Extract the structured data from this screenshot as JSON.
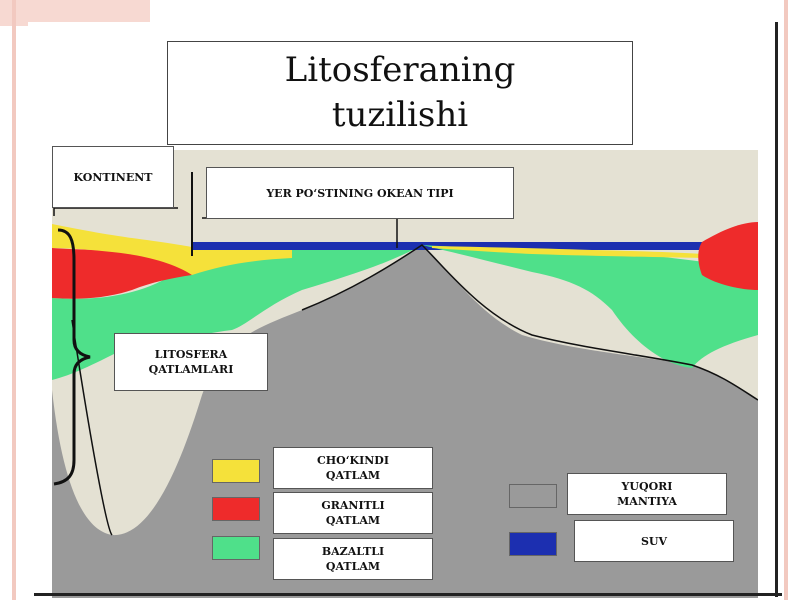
{
  "title_line1": "Litosferaning",
  "title_line2": "tuzilishi",
  "labels": {
    "kontinent": "KONTINENT",
    "okean_tipi": "YER PO‘STINING OKEAN TIPI",
    "litosfera_line1": "LITOSFERA",
    "litosfera_line2": "QATLAMLARI"
  },
  "legend": [
    {
      "line1": "CHO‘KINDI",
      "line2": "QATLAM",
      "color": "#f5e13a"
    },
    {
      "line1": "GRANITLI",
      "line2": "QATLAM",
      "color": "#ee2b2b"
    },
    {
      "line1": "BAZALTLI",
      "line2": "QATLAM",
      "color": "#4fe08a"
    },
    {
      "line1": "YUQORI",
      "line2": "MANTIYA",
      "color": "#9a9a9a"
    },
    {
      "line1": "SUV",
      "line2": "",
      "color": "#1c2fb0"
    }
  ],
  "colors": {
    "background": "#e4e1d3",
    "mantle": "#9a9a9a",
    "basalt": "#4fe08a",
    "granite": "#ee2b2b",
    "sediment": "#f5e13a",
    "water": "#1c2fb0"
  }
}
